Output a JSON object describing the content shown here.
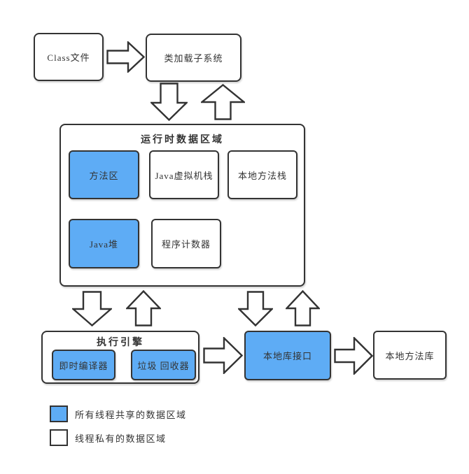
{
  "colors": {
    "shared_fill": "#5EACF5",
    "private_fill": "#ffffff",
    "line": "#333333"
  },
  "nodes": {
    "class_file": {
      "label": "Class文件"
    },
    "class_loader": {
      "label": "类加载子系统"
    },
    "runtime_area": {
      "title": "运行时数据区域"
    },
    "method_area": {
      "label": "方法区"
    },
    "jvm_stack": {
      "label": "Java虚拟机栈"
    },
    "native_method_stack": {
      "label": "本地方法栈"
    },
    "java_heap": {
      "label": "Java堆"
    },
    "program_counter": {
      "label": "程序计数器"
    },
    "execution_engine": {
      "title": "执行引擎"
    },
    "jit_compiler": {
      "label": "即时编译器"
    },
    "garbage_collector": {
      "label": "垃圾 回收器"
    },
    "native_interface": {
      "label": "本地库接口"
    },
    "native_method_library": {
      "label": "本地方法库"
    }
  },
  "legend": {
    "shared_label": "所有线程共享的数据区域",
    "private_label": "线程私有的数据区域"
  }
}
